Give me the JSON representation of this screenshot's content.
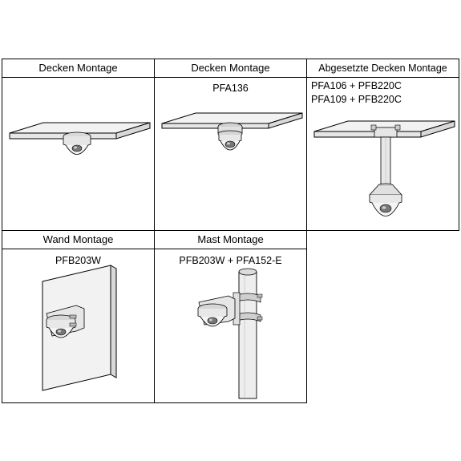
{
  "table": {
    "cells": [
      {
        "header": "Decken Montage",
        "lines": []
      },
      {
        "header": "Decken Montage",
        "lines": [
          "PFA136"
        ]
      },
      {
        "header": "Abgesetzte Decken Montage",
        "lines": [
          "PFA106 + PFB220C",
          "PFA109 + PFB220C"
        ]
      },
      {
        "header": "Wand Montage",
        "lines": [
          "PFB203W"
        ]
      },
      {
        "header": "Mast Montage",
        "lines": [
          "PFB203W + PFA152-E"
        ]
      }
    ]
  },
  "colors": {
    "line": "#000000",
    "fill_light": "#f2f2f2",
    "fill_mid": "#d9d9d9",
    "fill_dark": "#9a9a9a"
  },
  "icons": [
    "ceiling-dome-camera-icon",
    "ceiling-bracket-dome-camera-icon",
    "pendant-dome-camera-icon",
    "wall-dome-camera-icon",
    "pole-dome-camera-icon"
  ]
}
